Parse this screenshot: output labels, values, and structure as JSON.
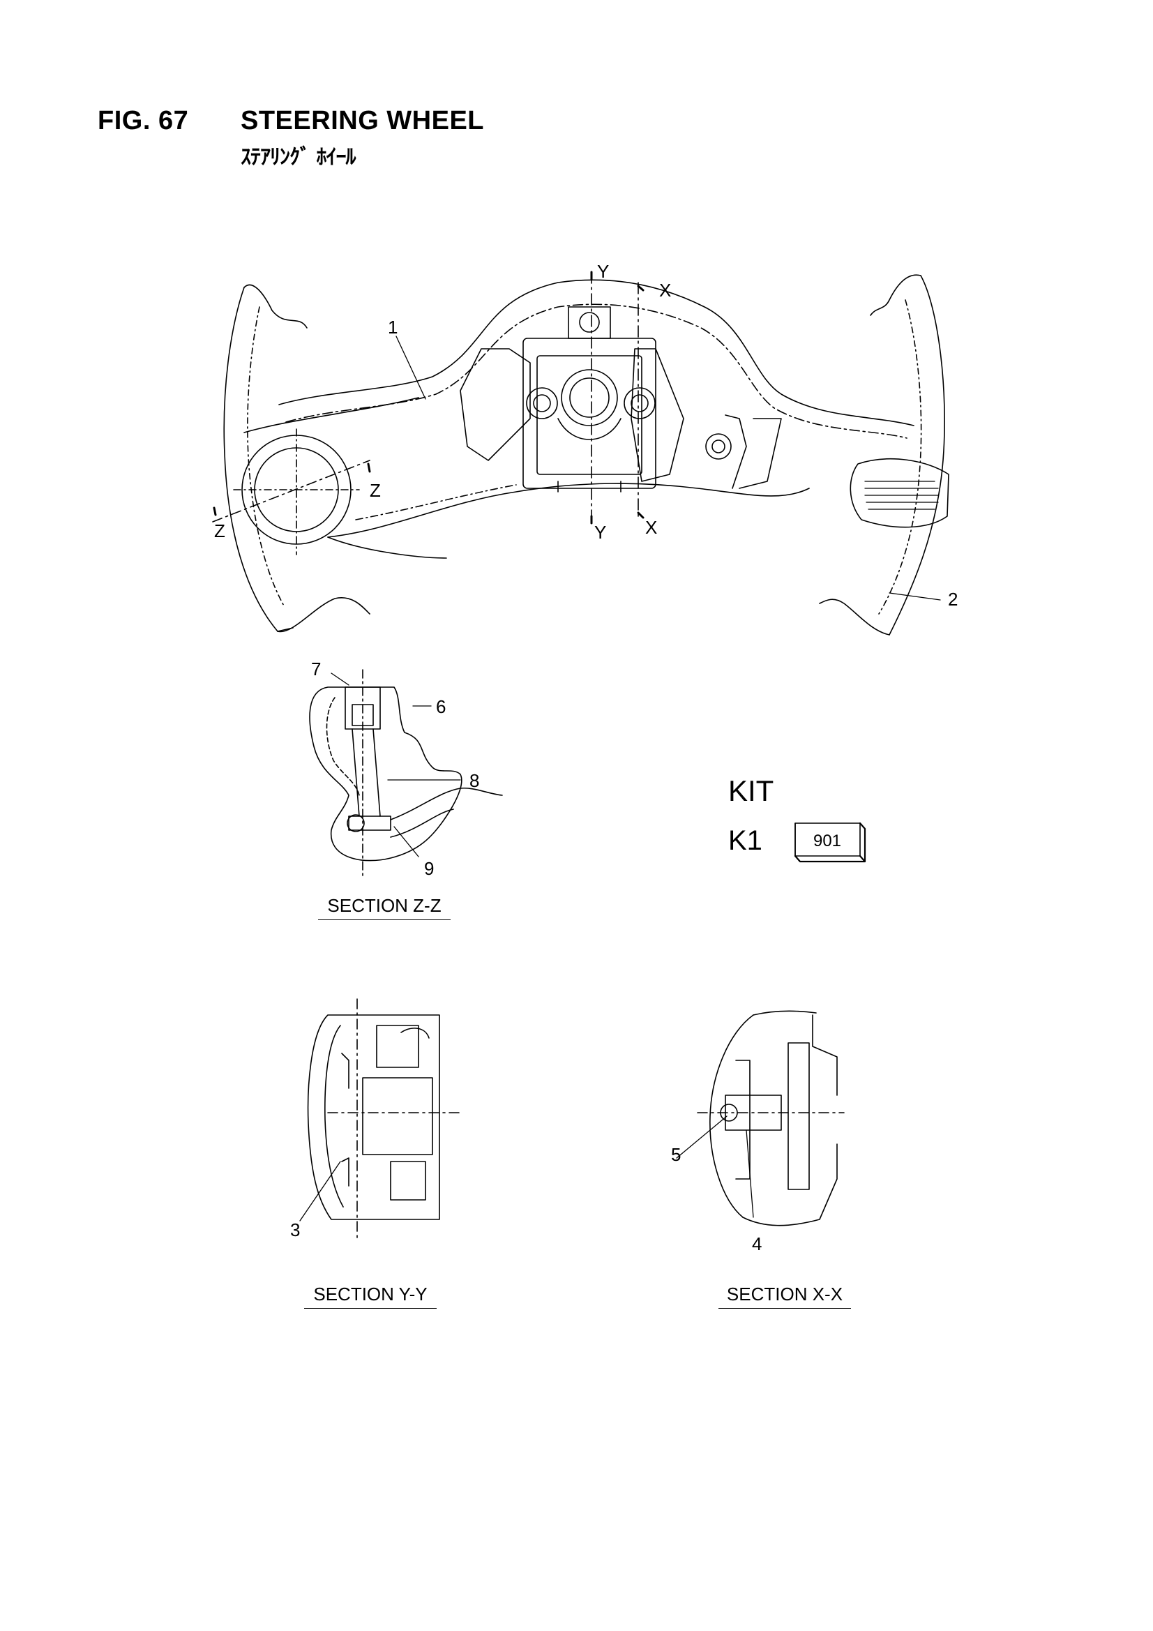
{
  "header": {
    "figure_number": "FIG. 67",
    "title": "STEERING WHEEL",
    "title_jp": "ｽﾃｱﾘﾝｸﾞ ﾎｲｰﾙ"
  },
  "section_markers": {
    "x": "X",
    "y": "Y",
    "z": "Z"
  },
  "callouts": {
    "c1": "1",
    "c2": "2",
    "c3": "3",
    "c4": "4",
    "c5": "5",
    "c6": "6",
    "c7": "7",
    "c8": "8",
    "c9": "9"
  },
  "kit": {
    "label": "KIT",
    "code": "K1",
    "part_box": "901"
  },
  "captions": {
    "zz": "SECTION Z-Z",
    "yy": "SECTION Y-Y",
    "xx": "SECTION X-X"
  }
}
